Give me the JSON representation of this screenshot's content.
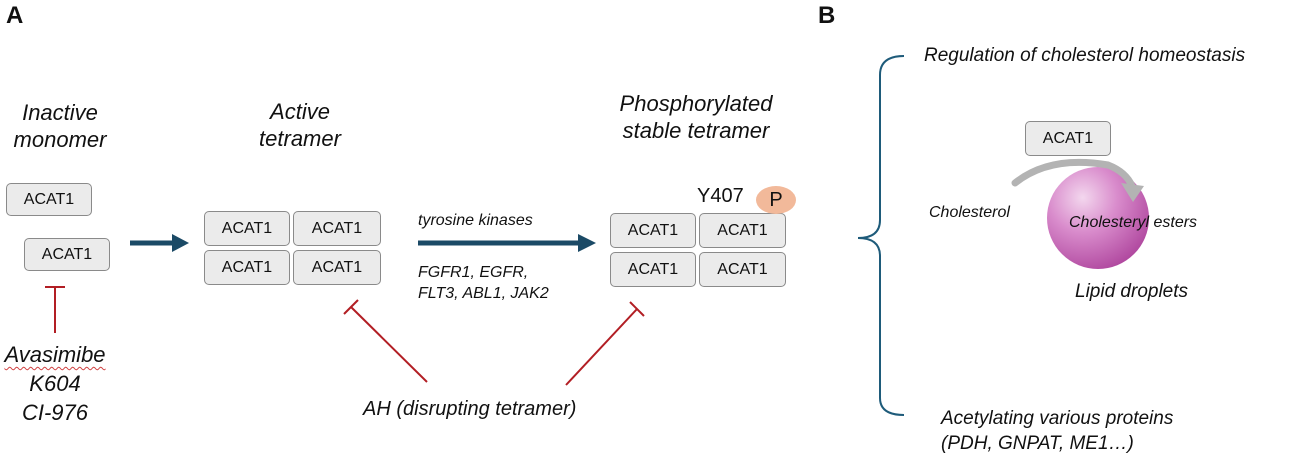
{
  "panels": {
    "a": "A",
    "b": "B"
  },
  "stages": {
    "inactive": [
      "Inactive",
      "monomer"
    ],
    "active": [
      "Active",
      "tetramer"
    ],
    "phosphorylated": [
      "Phosphorylated",
      "stable tetramer"
    ]
  },
  "enzyme_label": "ACAT1",
  "phospho_site": "Y407",
  "phospho_mark": "P",
  "kinase_label": "tyrosine kinases",
  "kinases": [
    "FGFR1, EGFR,",
    "FLT3, ABL1, JAK2"
  ],
  "inhibitors": [
    "Avasimibe",
    "K604",
    "CI-976"
  ],
  "ah_label": "AH (disrupting tetramer)",
  "panel_b": {
    "top_function": "Regulation of cholesterol homeostasis",
    "substrate": "Cholesterol",
    "product": "Cholesteryl esters",
    "droplet_label": "Lipid droplets",
    "bottom_function": [
      "Acetylating various proteins",
      "(PDH, GNPAT, ME1…)"
    ]
  },
  "colors": {
    "arrow": "#1b4a66",
    "inhibition": "#b21e24",
    "brace": "#1e5b7a",
    "phospho": "#f2b99a",
    "droplet": "#c658b4"
  }
}
